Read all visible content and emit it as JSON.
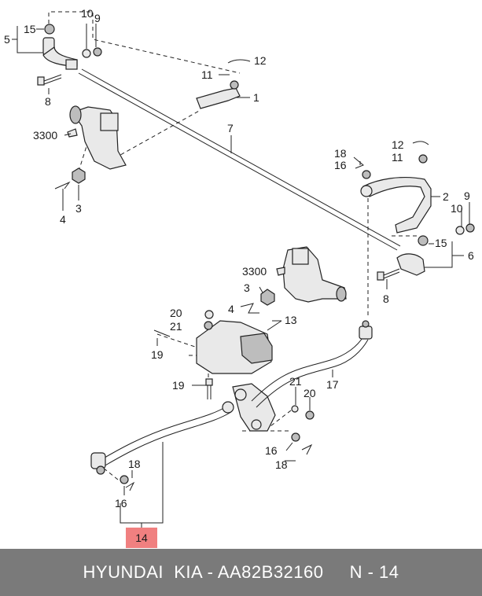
{
  "diagram": {
    "callouts": {
      "c1": "1",
      "c2": "2",
      "c3_left": "3",
      "c3_mid": "3",
      "c4_left": "4",
      "c4_mid": "4",
      "c5": "5",
      "c6": "6",
      "c7": "7",
      "c8_left": "8",
      "c8_right": "8",
      "c9_left": "9",
      "c9_right": "9",
      "c10_left": "10",
      "c10_right": "10",
      "c11_top": "11",
      "c11_right": "11",
      "c12_top": "12",
      "c12_right": "12",
      "c13": "13",
      "c15_left": "15",
      "c15_right": "15",
      "c16_right": "16",
      "c16_mid": "16",
      "c16_bottom": "16",
      "c17": "17",
      "c18_right": "18",
      "c18_mid": "18",
      "c18_bottom": "18",
      "c19_upper": "19",
      "c19_lower": "19",
      "c20_upper": "20",
      "c20_lower": "20",
      "c21_upper": "21",
      "c21_lower": "21",
      "c3300_left": "3300",
      "c3300_mid": "3300"
    },
    "highlight": {
      "label": "14",
      "color": "#f08080"
    }
  },
  "footer": {
    "text": "HYUNDAI  KIA - AA82B32160     N - 14",
    "background": "#7a7a7a"
  }
}
